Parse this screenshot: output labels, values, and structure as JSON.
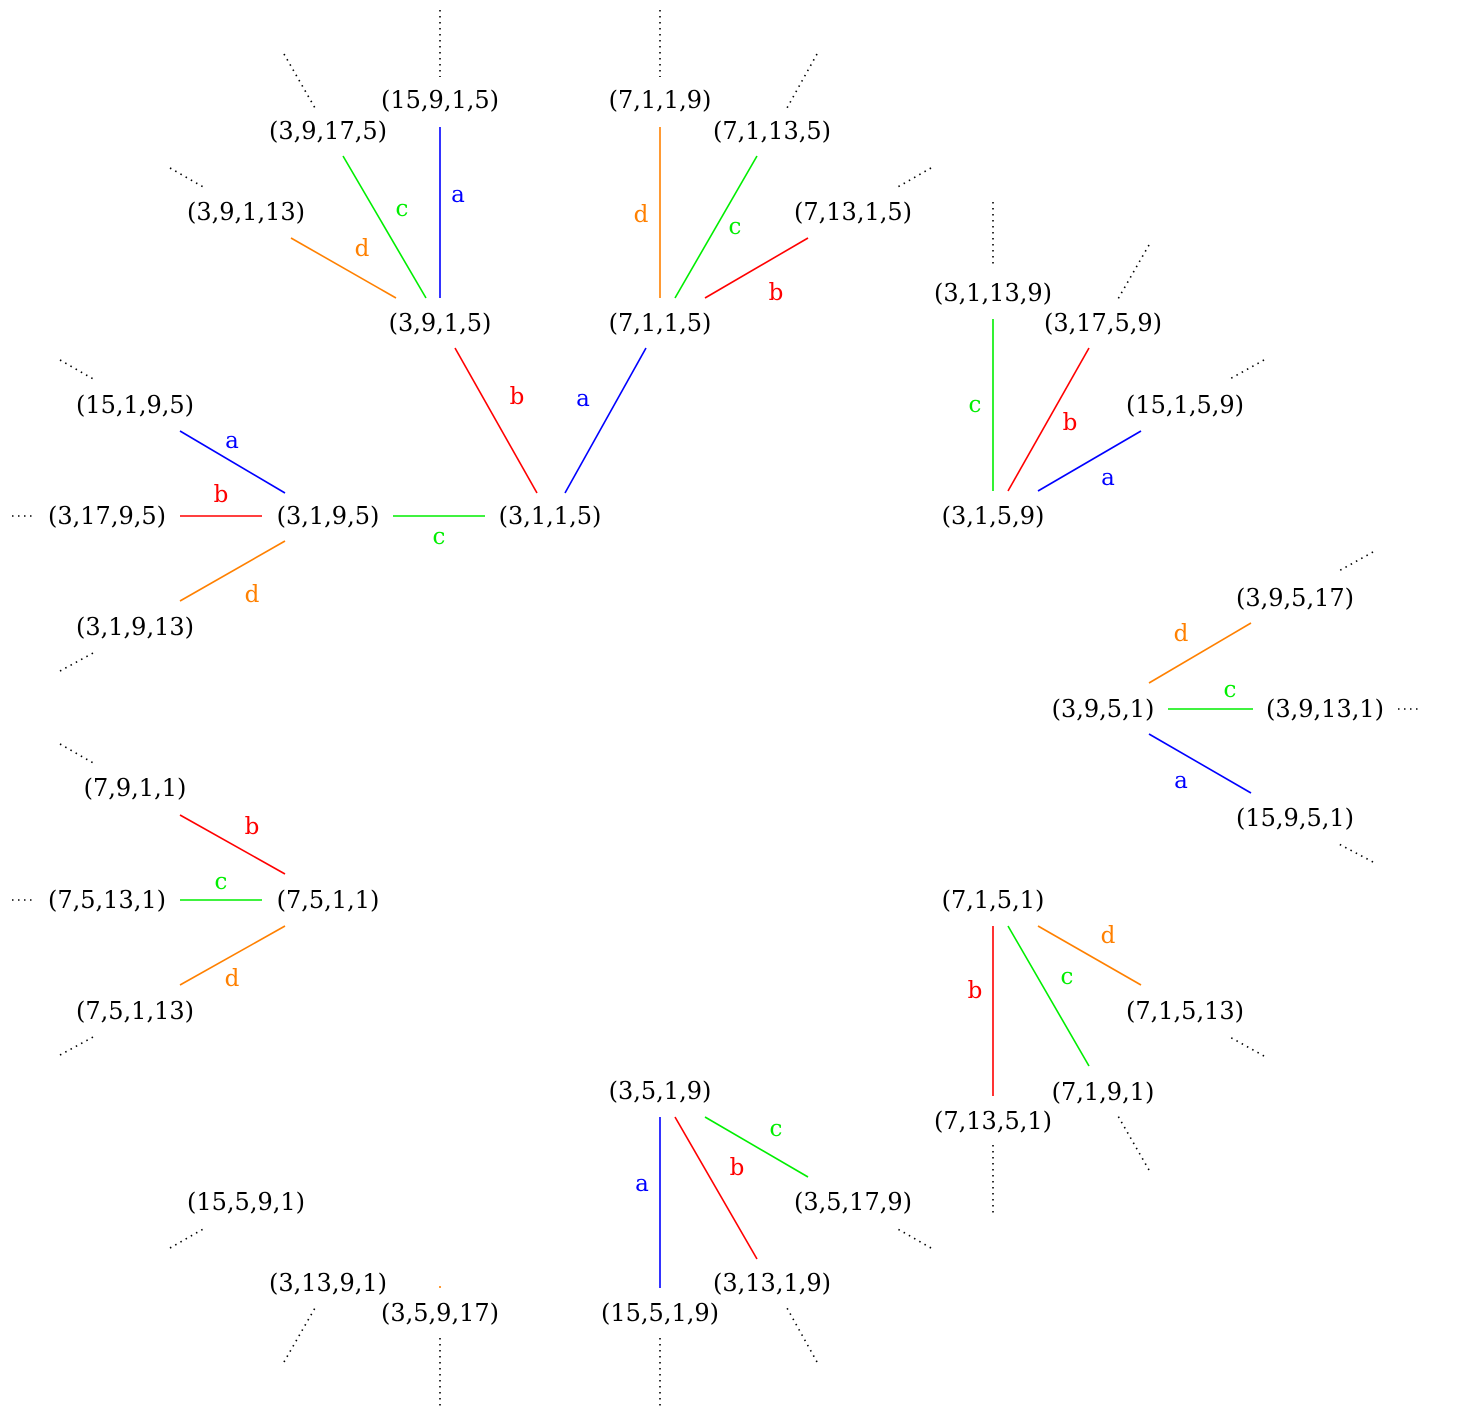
{
  "colors": {
    "a": "#0000ff",
    "b": "#ff0000",
    "c": "#00ee00",
    "d": "#ff8000",
    "node": "#000000"
  },
  "edge_labels": {
    "a": "a",
    "b": "b",
    "c": "c",
    "d": "d"
  },
  "nodes": [
    {
      "id": "n3115",
      "label": "(3,1,1,5)"
    },
    {
      "id": "n3195",
      "label": "(3,1,9,5)"
    },
    {
      "id": "n3915",
      "label": "(3,9,1,5)"
    },
    {
      "id": "n7115",
      "label": "(7,1,1,5)"
    },
    {
      "id": "n15195",
      "label": "(15,1,9,5)"
    },
    {
      "id": "n31795",
      "label": "(3,17,9,5)"
    },
    {
      "id": "n31913",
      "label": "(3,1,9,13)"
    },
    {
      "id": "n39113",
      "label": "(3,9,1,13)"
    },
    {
      "id": "n39175",
      "label": "(3,9,17,5)"
    },
    {
      "id": "n15915",
      "label": "(15,9,1,5)"
    },
    {
      "id": "n7119",
      "label": "(7,1,1,9)"
    },
    {
      "id": "n71135",
      "label": "(7,1,13,5)"
    },
    {
      "id": "n71315",
      "label": "(7,13,1,5)"
    },
    {
      "id": "n3159",
      "label": "(3,1,5,9)"
    },
    {
      "id": "n31139",
      "label": "(3,1,13,9)"
    },
    {
      "id": "n31759",
      "label": "(3,17,5,9)"
    },
    {
      "id": "n15159",
      "label": "(15,1,5,9)"
    },
    {
      "id": "n3951",
      "label": "(3,9,5,1)"
    },
    {
      "id": "n39517",
      "label": "(3,9,5,17)"
    },
    {
      "id": "n39131",
      "label": "(3,9,13,1)"
    },
    {
      "id": "n15951",
      "label": "(15,9,5,1)"
    },
    {
      "id": "n7911",
      "label": "(7,9,1,1)"
    },
    {
      "id": "n7511",
      "label": "(7,5,1,1)"
    },
    {
      "id": "n75131",
      "label": "(7,5,13,1)"
    },
    {
      "id": "n75113",
      "label": "(7,5,1,13)"
    },
    {
      "id": "n7151",
      "label": "(7,1,5,1)"
    },
    {
      "id": "n71513",
      "label": "(7,1,5,13)"
    },
    {
      "id": "n7191",
      "label": "(7,1,9,1)"
    },
    {
      "id": "n71351",
      "label": "(7,13,5,1)"
    },
    {
      "id": "n3519",
      "label": "(3,5,1,9)"
    },
    {
      "id": "n35179",
      "label": "(3,5,17,9)"
    },
    {
      "id": "n31319",
      "label": "(3,13,1,9)"
    },
    {
      "id": "n15519",
      "label": "(15,5,1,9)"
    },
    {
      "id": "n15591",
      "label": "(15,5,9,1)"
    },
    {
      "id": "n31391",
      "label": "(3,13,9,1)"
    },
    {
      "id": "n35917",
      "label": "(3,5,9,17)"
    }
  ],
  "edges": [
    {
      "from": "n3195",
      "to": "n3115",
      "label": "c"
    },
    {
      "from": "n3915",
      "to": "n3115",
      "label": "b"
    },
    {
      "from": "n7115",
      "to": "n3115",
      "label": "a"
    },
    {
      "from": "n15195",
      "to": "n3195",
      "label": "a"
    },
    {
      "from": "n31795",
      "to": "n3195",
      "label": "b"
    },
    {
      "from": "n31913",
      "to": "n3195",
      "label": "d"
    },
    {
      "from": "n39113",
      "to": "n3915",
      "label": "d"
    },
    {
      "from": "n39175",
      "to": "n3915",
      "label": "c"
    },
    {
      "from": "n15915",
      "to": "n3915",
      "label": "a"
    },
    {
      "from": "n7119",
      "to": "n7115",
      "label": "d"
    },
    {
      "from": "n71135",
      "to": "n7115",
      "label": "c"
    },
    {
      "from": "n71315",
      "to": "n7115",
      "label": "b"
    },
    {
      "from": "n31139",
      "to": "n3159",
      "label": "c"
    },
    {
      "from": "n31759",
      "to": "n3159",
      "label": "b"
    },
    {
      "from": "n15159",
      "to": "n3159",
      "label": "a"
    },
    {
      "from": "n39517",
      "to": "n3951",
      "label": "d"
    },
    {
      "from": "n39131",
      "to": "n3951",
      "label": "c"
    },
    {
      "from": "n15951",
      "to": "n3951",
      "label": "a"
    },
    {
      "from": "n7911",
      "to": "n7511",
      "label": "b"
    },
    {
      "from": "n75131",
      "to": "n7511",
      "label": "c"
    },
    {
      "from": "n75113",
      "to": "n7511",
      "label": "d"
    },
    {
      "from": "n71513",
      "to": "n7151",
      "label": "d"
    },
    {
      "from": "n7191",
      "to": "n7151",
      "label": "c"
    },
    {
      "from": "n71351",
      "to": "n7151",
      "label": "b"
    },
    {
      "from": "n35179",
      "to": "n3519",
      "label": "c"
    },
    {
      "from": "n31319",
      "to": "n3519",
      "label": "b"
    },
    {
      "from": "n15519",
      "to": "n3519",
      "label": "a"
    }
  ],
  "continuations": [
    "n15195",
    "n31795",
    "n31913",
    "n39113",
    "n39175",
    "n15915",
    "n7119",
    "n71135",
    "n71315",
    "n31139",
    "n31759",
    "n15159",
    "n39517",
    "n39131",
    "n15951",
    "n7911",
    "n75131",
    "n75113",
    "n71513",
    "n7191",
    "n71351",
    "n35179",
    "n31319",
    "n15519",
    "n15591",
    "n31391",
    "n35917"
  ]
}
